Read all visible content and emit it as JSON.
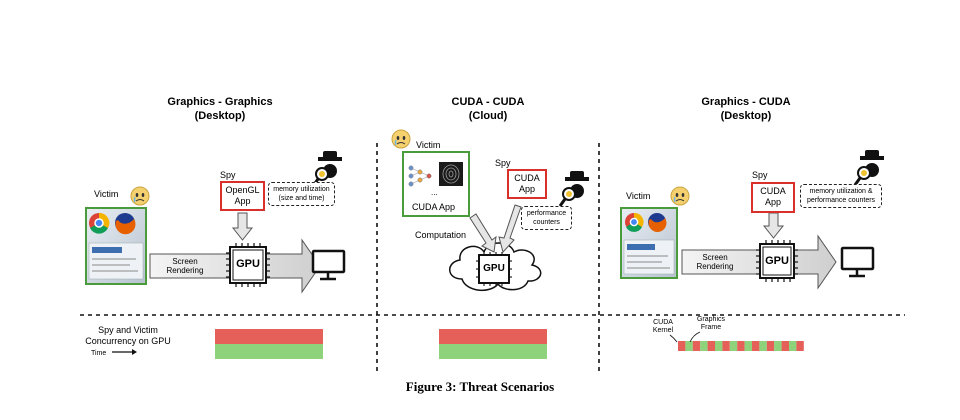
{
  "panels": [
    {
      "title": "Graphics - Graphics",
      "subtitle": "(Desktop)"
    },
    {
      "title": "CUDA - CUDA",
      "subtitle": "(Cloud)"
    },
    {
      "title": "Graphics - CUDA",
      "subtitle": "(Desktop)"
    }
  ],
  "labels": {
    "victim": "Victim",
    "spy": "Spy",
    "gpu": "GPU",
    "screen_rendering": "Screen\nRendering",
    "computation": "Computation",
    "cuda_app": "CUDA App",
    "ellipsis": "...",
    "opengl_app": "OpenGL\nApp",
    "cuda_app_spy": "CUDA\nApp",
    "memory_util_size_time": "memory utilization\n(size and time)",
    "performance_counters": "performance\ncounters",
    "memory_util_perf": "memory utilization &\nperformance counters"
  },
  "timeline": {
    "concurrency_label": "Spy and Victim\nConcurrency on GPU",
    "time_label": "Time",
    "cuda_kernel": "CUDA\nKernel",
    "graphics_frame": "Graphics\nFrame"
  },
  "colors": {
    "red": "#e6605a",
    "green": "#8ed37b",
    "border_green": "#4a9b3c",
    "border_red": "#d9302c"
  },
  "caption": "Figure 3: Threat Scenarios"
}
